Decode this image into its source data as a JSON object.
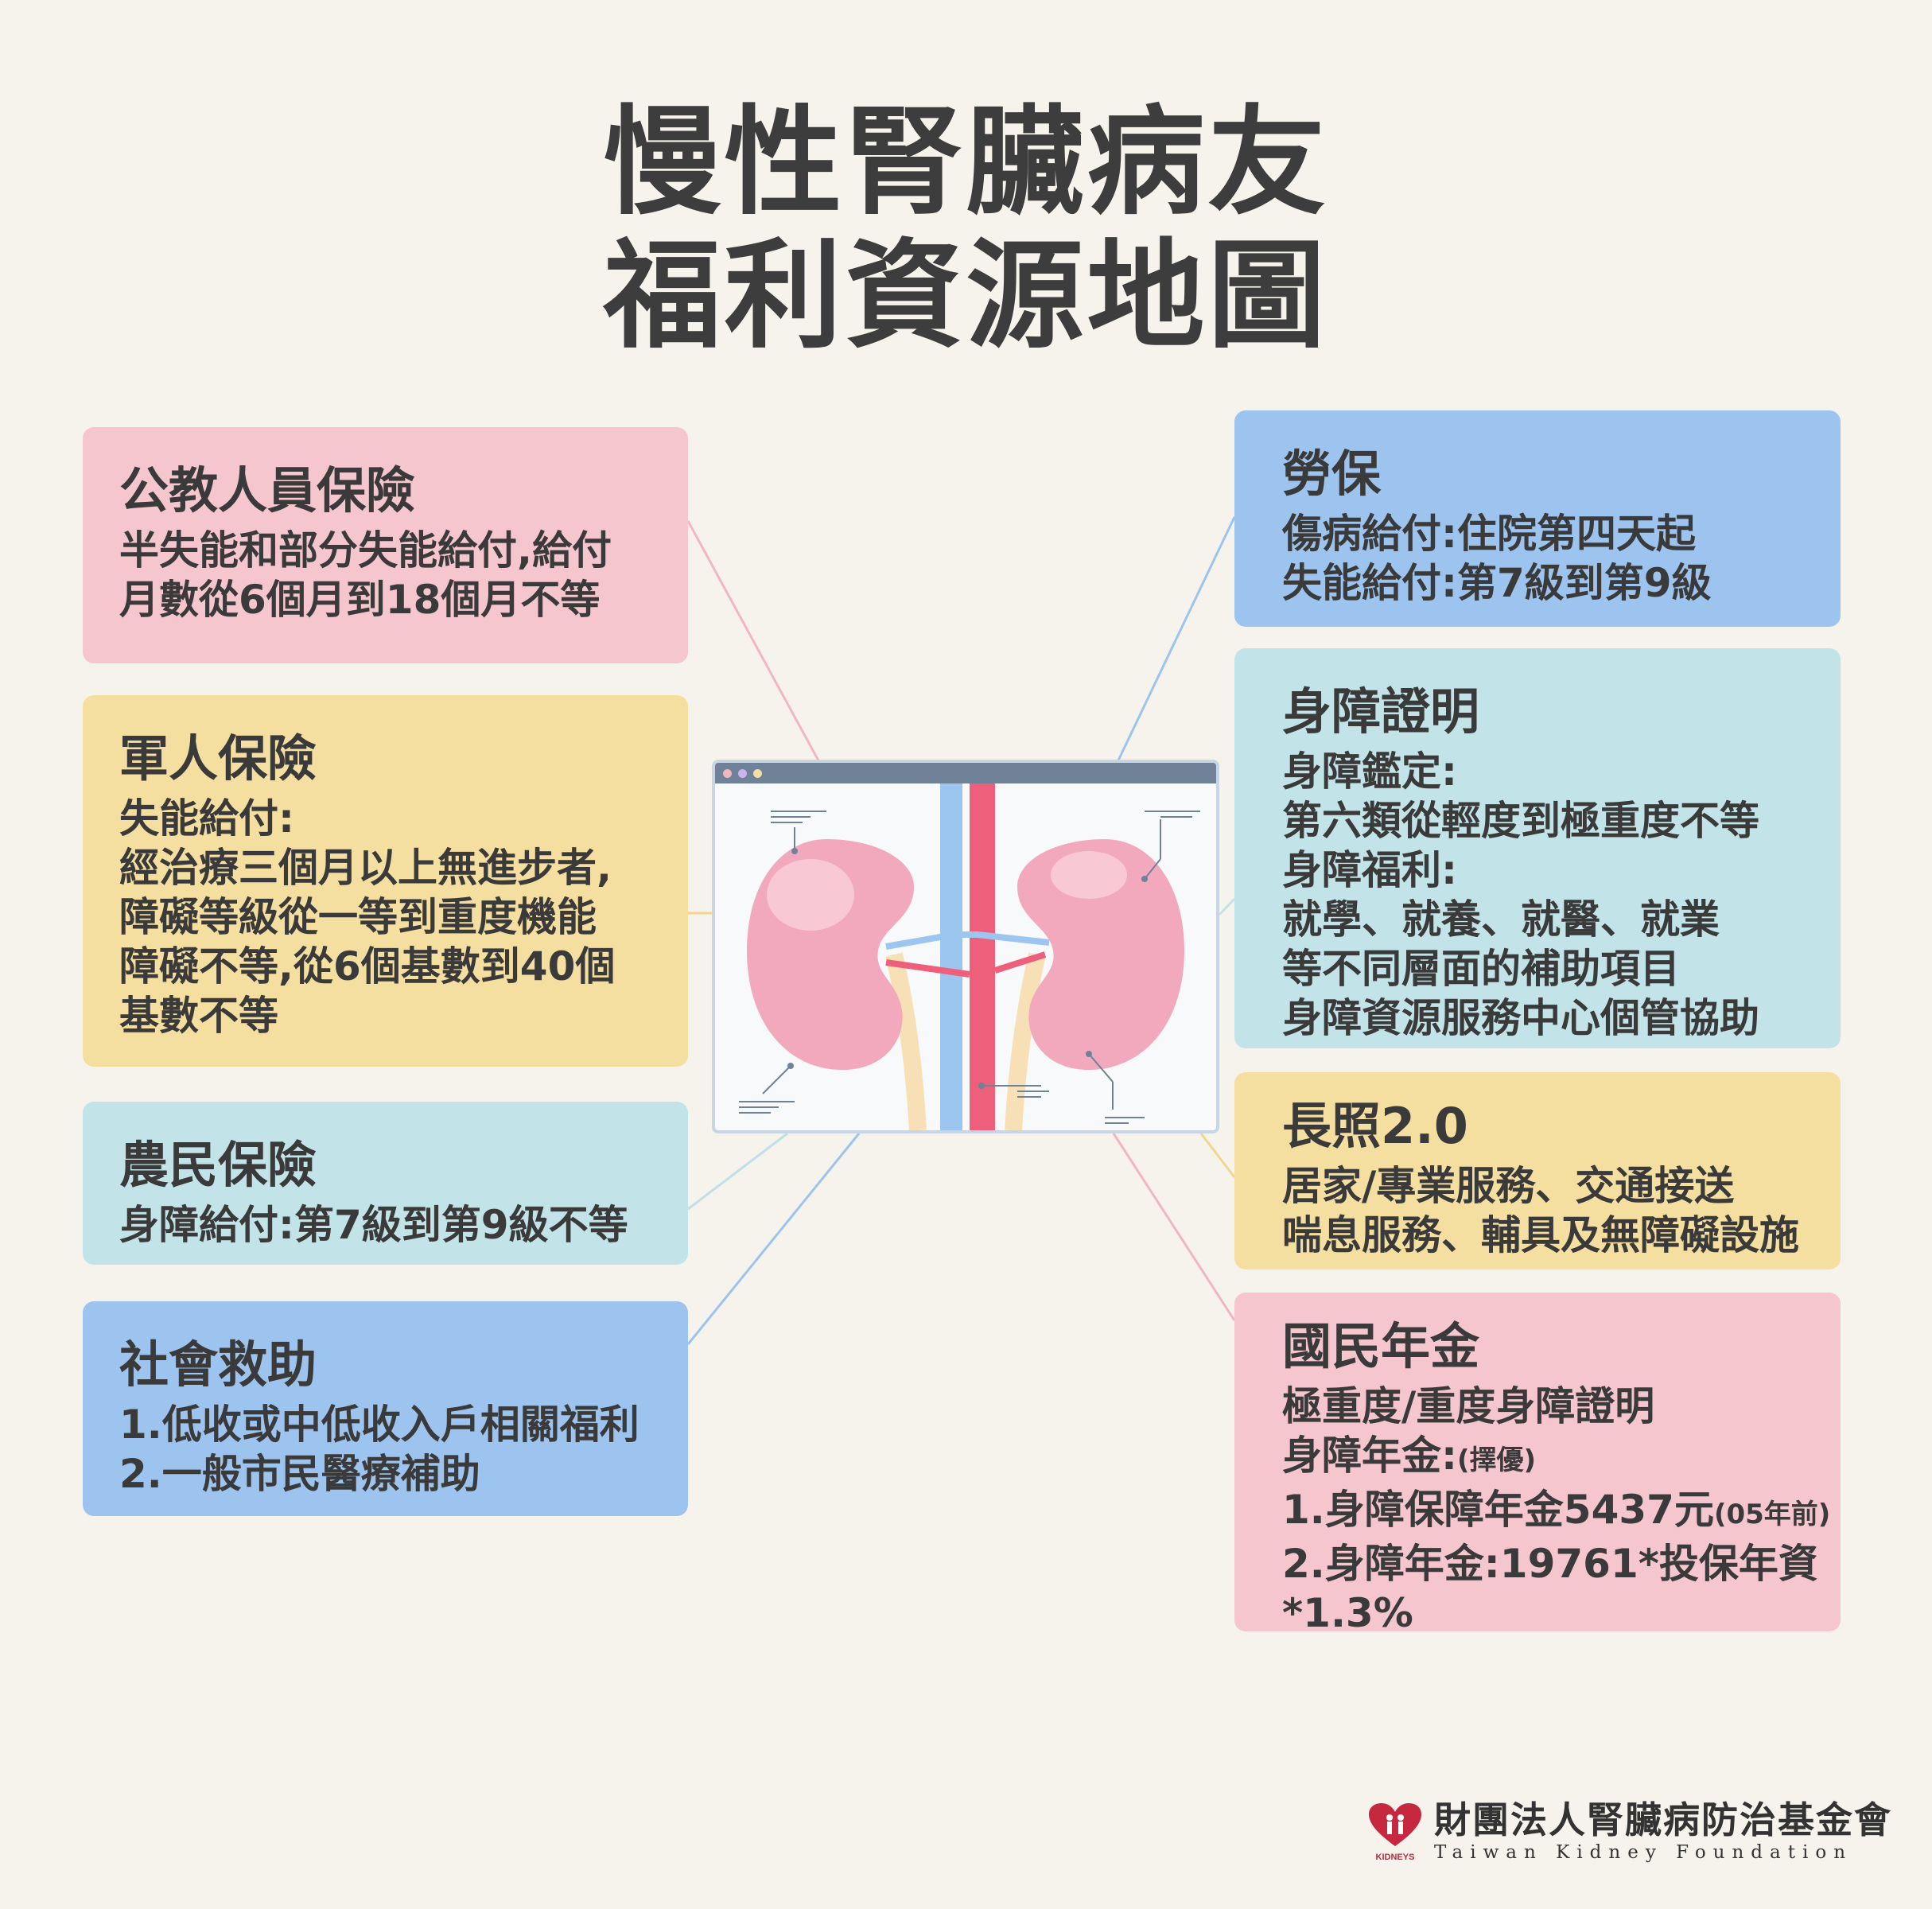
{
  "title": {
    "line1": "慢性腎臟病友",
    "line2": "福利資源地圖"
  },
  "cards": {
    "civil": {
      "title": "公教人員保險",
      "lines": [
        "半失能和部分失能給付,給付",
        "月數從6個月到18個月不等"
      ]
    },
    "military": {
      "title": "軍人保險",
      "lines": [
        "失能給付:",
        "經治療三個月以上無進步者,",
        "障礙等級從一等到重度機能",
        "障礙不等,從6個基數到40個",
        "基數不等"
      ]
    },
    "farmer": {
      "title": "農民保險",
      "lines": [
        "身障給付:第7級到第9級不等"
      ]
    },
    "social": {
      "title": "社會救助",
      "lines": [
        "1.低收或中低收入戶相關福利",
        "2.一般市民醫療補助"
      ]
    },
    "labor": {
      "title": "勞保",
      "lines": [
        "傷病給付:住院第四天起",
        "失能給付:第7級到第9級"
      ]
    },
    "disability": {
      "title": "身障證明",
      "lines": [
        "身障鑑定:",
        "第六類從輕度到極重度不等",
        "身障福利:",
        "就學、就養、就醫、就業",
        "等不同層面的補助項目",
        "身障資源服務中心個管協助"
      ]
    },
    "ltc": {
      "title": "長照2.0",
      "lines": [
        "居家/專業服務、交通接送",
        "喘息服務、輔具及無障礙設施"
      ]
    },
    "pension": {
      "title": "國民年金",
      "line1": "極重度/重度身障證明",
      "line2_main": "身障年金:",
      "line2_small": "(擇優)",
      "line3_main": "1.身障保障年金5437元",
      "line3_small": "(05年前)",
      "line4": "2.身障年金:19761*投保年資",
      "line5": "*1.3%"
    }
  },
  "footer": {
    "org_cn": "財團法人腎臟病防治基金會",
    "org_en": "Taiwan Kidney Foundation",
    "logo_text": "KIDNEYS"
  },
  "colors": {
    "pink": "#f6c6cf",
    "yellow": "#f5dfa0",
    "teal": "#c2e3e8",
    "blue": "#9dc4ee",
    "kidney": "#f3a9bd",
    "vein": "#9cc5ef",
    "artery": "#ee5f7c"
  }
}
